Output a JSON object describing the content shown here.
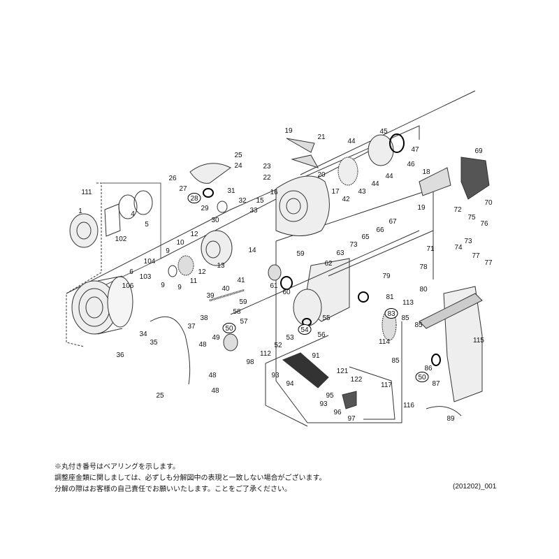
{
  "diagram": {
    "part_labels": [
      {
        "n": "19"
      },
      {
        "n": "21"
      },
      {
        "n": "45"
      },
      {
        "n": "47"
      },
      {
        "n": "44"
      },
      {
        "n": "25"
      },
      {
        "n": "24"
      },
      {
        "n": "23"
      },
      {
        "n": "20"
      },
      {
        "n": "46"
      },
      {
        "n": "69"
      },
      {
        "n": "26"
      },
      {
        "n": "22"
      },
      {
        "n": "18"
      },
      {
        "n": "43"
      },
      {
        "n": "42"
      },
      {
        "n": "17"
      },
      {
        "n": "44"
      },
      {
        "n": "44"
      },
      {
        "n": "111"
      },
      {
        "n": "27"
      },
      {
        "n": "28",
        "bearing": true
      },
      {
        "n": "31"
      },
      {
        "n": "16"
      },
      {
        "n": "29"
      },
      {
        "n": "32"
      },
      {
        "n": "19"
      },
      {
        "n": "70"
      },
      {
        "n": "72"
      },
      {
        "n": "1"
      },
      {
        "n": "4"
      },
      {
        "n": "5"
      },
      {
        "n": "15"
      },
      {
        "n": "33"
      },
      {
        "n": "30"
      },
      {
        "n": "75"
      },
      {
        "n": "102"
      },
      {
        "n": "12"
      },
      {
        "n": "12"
      },
      {
        "n": "76"
      },
      {
        "n": "73"
      },
      {
        "n": "74"
      },
      {
        "n": "77"
      },
      {
        "n": "77"
      },
      {
        "n": "67"
      },
      {
        "n": "66"
      },
      {
        "n": "65"
      },
      {
        "n": "73"
      },
      {
        "n": "71"
      },
      {
        "n": "14"
      },
      {
        "n": "9"
      },
      {
        "n": "10"
      },
      {
        "n": "13"
      },
      {
        "n": "63"
      },
      {
        "n": "59"
      },
      {
        "n": "62"
      },
      {
        "n": "61"
      },
      {
        "n": "60"
      },
      {
        "n": "104"
      },
      {
        "n": "6"
      },
      {
        "n": "103"
      },
      {
        "n": "106"
      },
      {
        "n": "9"
      },
      {
        "n": "11"
      },
      {
        "n": "41"
      },
      {
        "n": "40"
      },
      {
        "n": "39"
      },
      {
        "n": "78"
      },
      {
        "n": "79"
      },
      {
        "n": "80"
      },
      {
        "n": "81"
      },
      {
        "n": "113"
      },
      {
        "n": "83",
        "bearing": true
      },
      {
        "n": "59"
      },
      {
        "n": "38"
      },
      {
        "n": "37"
      },
      {
        "n": "57"
      },
      {
        "n": "58"
      },
      {
        "n": "54",
        "bearing": true
      },
      {
        "n": "55"
      },
      {
        "n": "85"
      },
      {
        "n": "85"
      },
      {
        "n": "50",
        "bearing": true
      },
      {
        "n": "34"
      },
      {
        "n": "35"
      },
      {
        "n": "49"
      },
      {
        "n": "48"
      },
      {
        "n": "52"
      },
      {
        "n": "53"
      },
      {
        "n": "56"
      },
      {
        "n": "114"
      },
      {
        "n": "115"
      },
      {
        "n": "91"
      },
      {
        "n": "112"
      },
      {
        "n": "98"
      },
      {
        "n": "121"
      },
      {
        "n": "122"
      },
      {
        "n": "36"
      },
      {
        "n": "48"
      },
      {
        "n": "93"
      },
      {
        "n": "94"
      },
      {
        "n": "117"
      },
      {
        "n": "86"
      },
      {
        "n": "87"
      },
      {
        "n": "50",
        "bearing": true
      },
      {
        "n": "85"
      },
      {
        "n": "48"
      },
      {
        "n": "25"
      },
      {
        "n": "95"
      },
      {
        "n": "93"
      },
      {
        "n": "116"
      },
      {
        "n": "96"
      },
      {
        "n": "97"
      },
      {
        "n": "89"
      },
      {
        "n": "9"
      }
    ]
  },
  "notes": [
    "※丸付き番号はベアリングを示します。",
    "調整座金類に関しましては、必ずしも分解図中の表現と一致しない場合がございます。",
    "分解の際はお客様の自己責任でお願いいたします。ことをご了承ください。"
  ],
  "drawing_code": "(201202)_001"
}
